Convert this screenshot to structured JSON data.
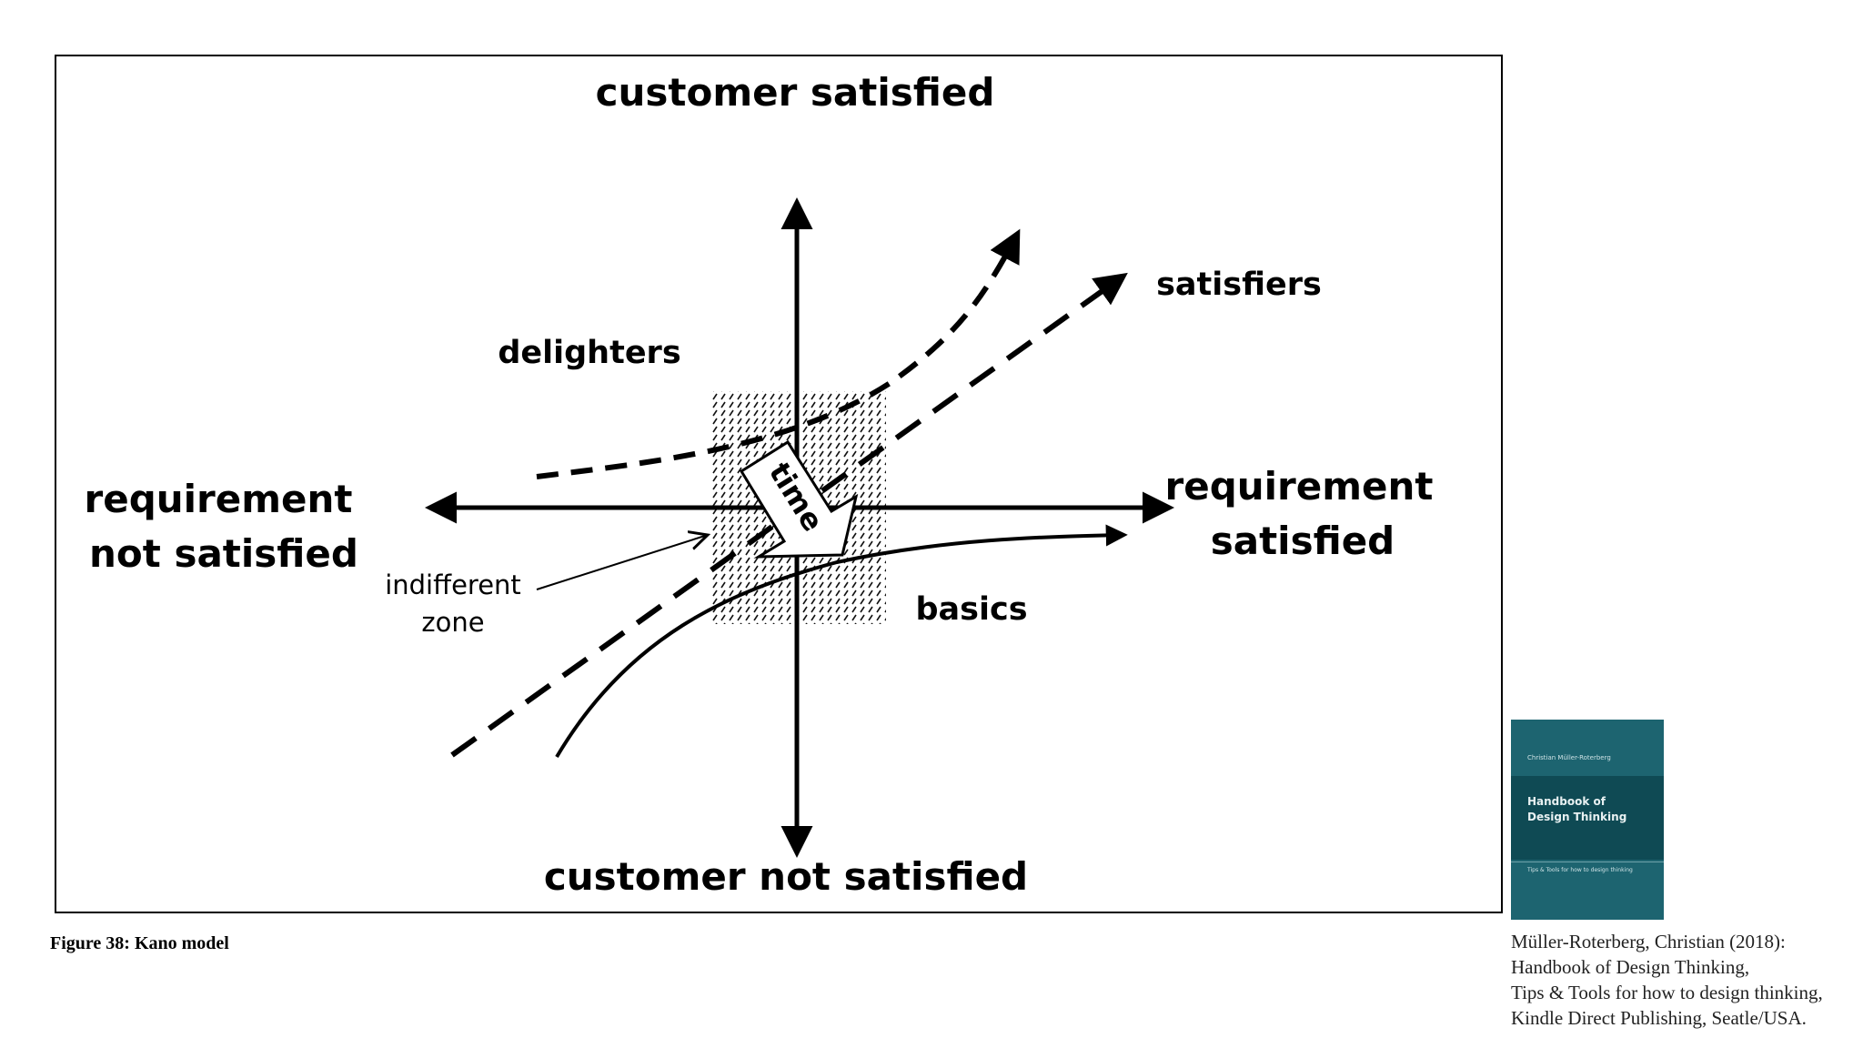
{
  "diagram": {
    "top_label": "customer satisfied",
    "bottom_label": "customer not satisfied",
    "left_label_line1": "requirement",
    "left_label_line2": "not satisfied",
    "right_label_line1": "requirement",
    "right_label_line2": "satisfied",
    "delighters": "delighters",
    "satisfiers": "satisfiers",
    "basics": "basics",
    "indifferent_line1": "indifferent",
    "indifferent_line2": "zone",
    "time": "time"
  },
  "figure_caption": "Figure 38: Kano model",
  "book_cover": {
    "author": "Christian Müller-Roterberg",
    "title": "Handbook of\nDesign Thinking",
    "subtitle": "Tips & Tools for how to design thinking",
    "color": "#1d6470"
  },
  "citation": {
    "line1": "Müller-Roterberg, Christian (2018):",
    "line2": "Handbook of Design Thinking,",
    "line3": "Tips & Tools for how to design thinking,",
    "line4": "Kindle Direct Publishing, Seatle/USA."
  }
}
